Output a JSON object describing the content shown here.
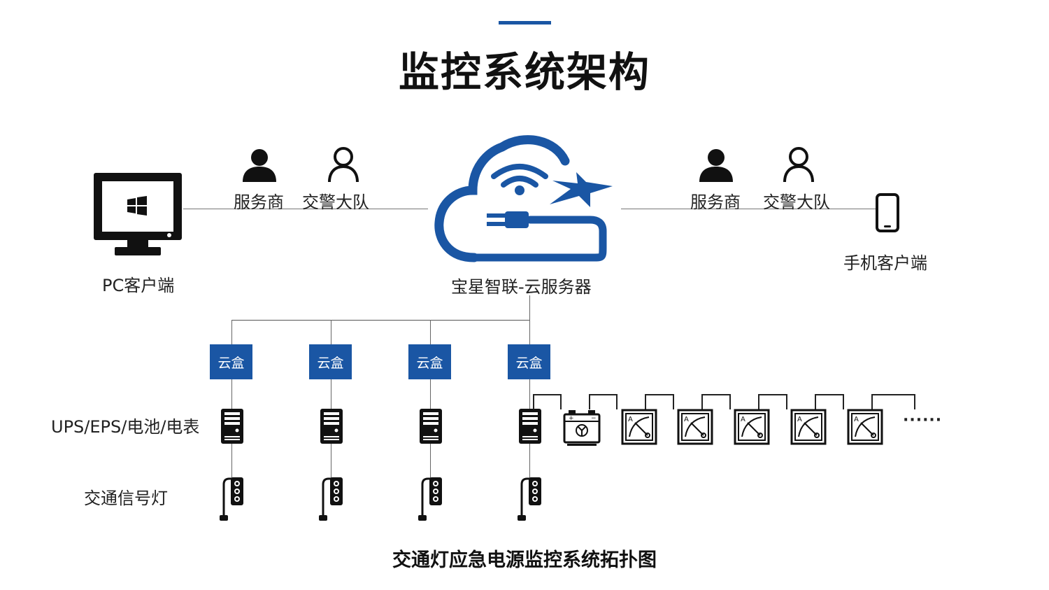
{
  "header": {
    "title": "监控系统架构"
  },
  "left": {
    "pc_label": "PC客户端",
    "user1_label": "服务商",
    "user2_label": "交警大队"
  },
  "center": {
    "server_label": "宝星智联-云服务器"
  },
  "right": {
    "user1_label": "服务商",
    "user2_label": "交警大队",
    "phone_label": "手机客户端"
  },
  "rows": {
    "ups_label": "UPS/EPS/电池/电表",
    "light_label": "交通信号灯"
  },
  "cloud_boxes": [
    {
      "label": "云盒"
    },
    {
      "label": "云盒"
    },
    {
      "label": "云盒"
    },
    {
      "label": "云盒"
    }
  ],
  "ellipsis": "······",
  "footer": {
    "caption": "交通灯应急电源监控系统拓扑图"
  },
  "colors": {
    "brand_blue": "#1a56a4",
    "dark": "#111111"
  }
}
